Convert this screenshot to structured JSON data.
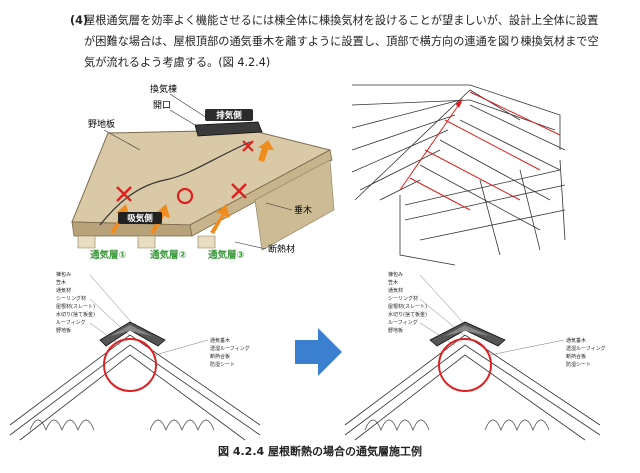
{
  "paragraph": {
    "number": "(4)",
    "text": "屋根通気層を効率よく機能させるには棟全体に棟換気材を設けることが望ましいが、設計上全体に設置が困難な場合は、屋根頂部の通気垂木を離すように設置し、頂部で横方向の連通を図り棟換気材まで空気が流れるよう考慮する。(図 4.2.4)"
  },
  "figure_left_top": {
    "labels": {
      "ridge_vent": "換気棟",
      "opening": "開口",
      "exhaust": "排気側",
      "sheathing": "野地板",
      "intake": "吸気側",
      "rafter": "垂木",
      "insulation": "断熱材",
      "layer1": "通気層①",
      "layer2": "通気層②",
      "layer3": "通気層③"
    },
    "colors": {
      "accent_orange": "#f08c1e",
      "green_text": "#3a9a3a",
      "red_mark": "#e02020"
    }
  },
  "detail_left": {
    "callouts": [
      "棟包み",
      "笠木",
      "通気材",
      "シーリング材",
      "屋根材(スレート)",
      "水切り(捨て板金)",
      "ルーフィング",
      "野地板"
    ],
    "callouts_right": [
      "通気垂木",
      "透湿ルーフィング",
      "断熱合板",
      "防湿シート"
    ]
  },
  "detail_right": {
    "callouts": [
      "棟包み",
      "笠木",
      "通気材",
      "シーリング材",
      "屋根材(スレート)",
      "水切り(捨て板金)",
      "ルーフィング",
      "野地板"
    ],
    "callouts_right": [
      "通気垂木",
      "透湿ルーフィング",
      "断熱合板",
      "防湿シート"
    ]
  },
  "caption": "図 4.2.4 屋根断熱の場合の通気層施工例"
}
